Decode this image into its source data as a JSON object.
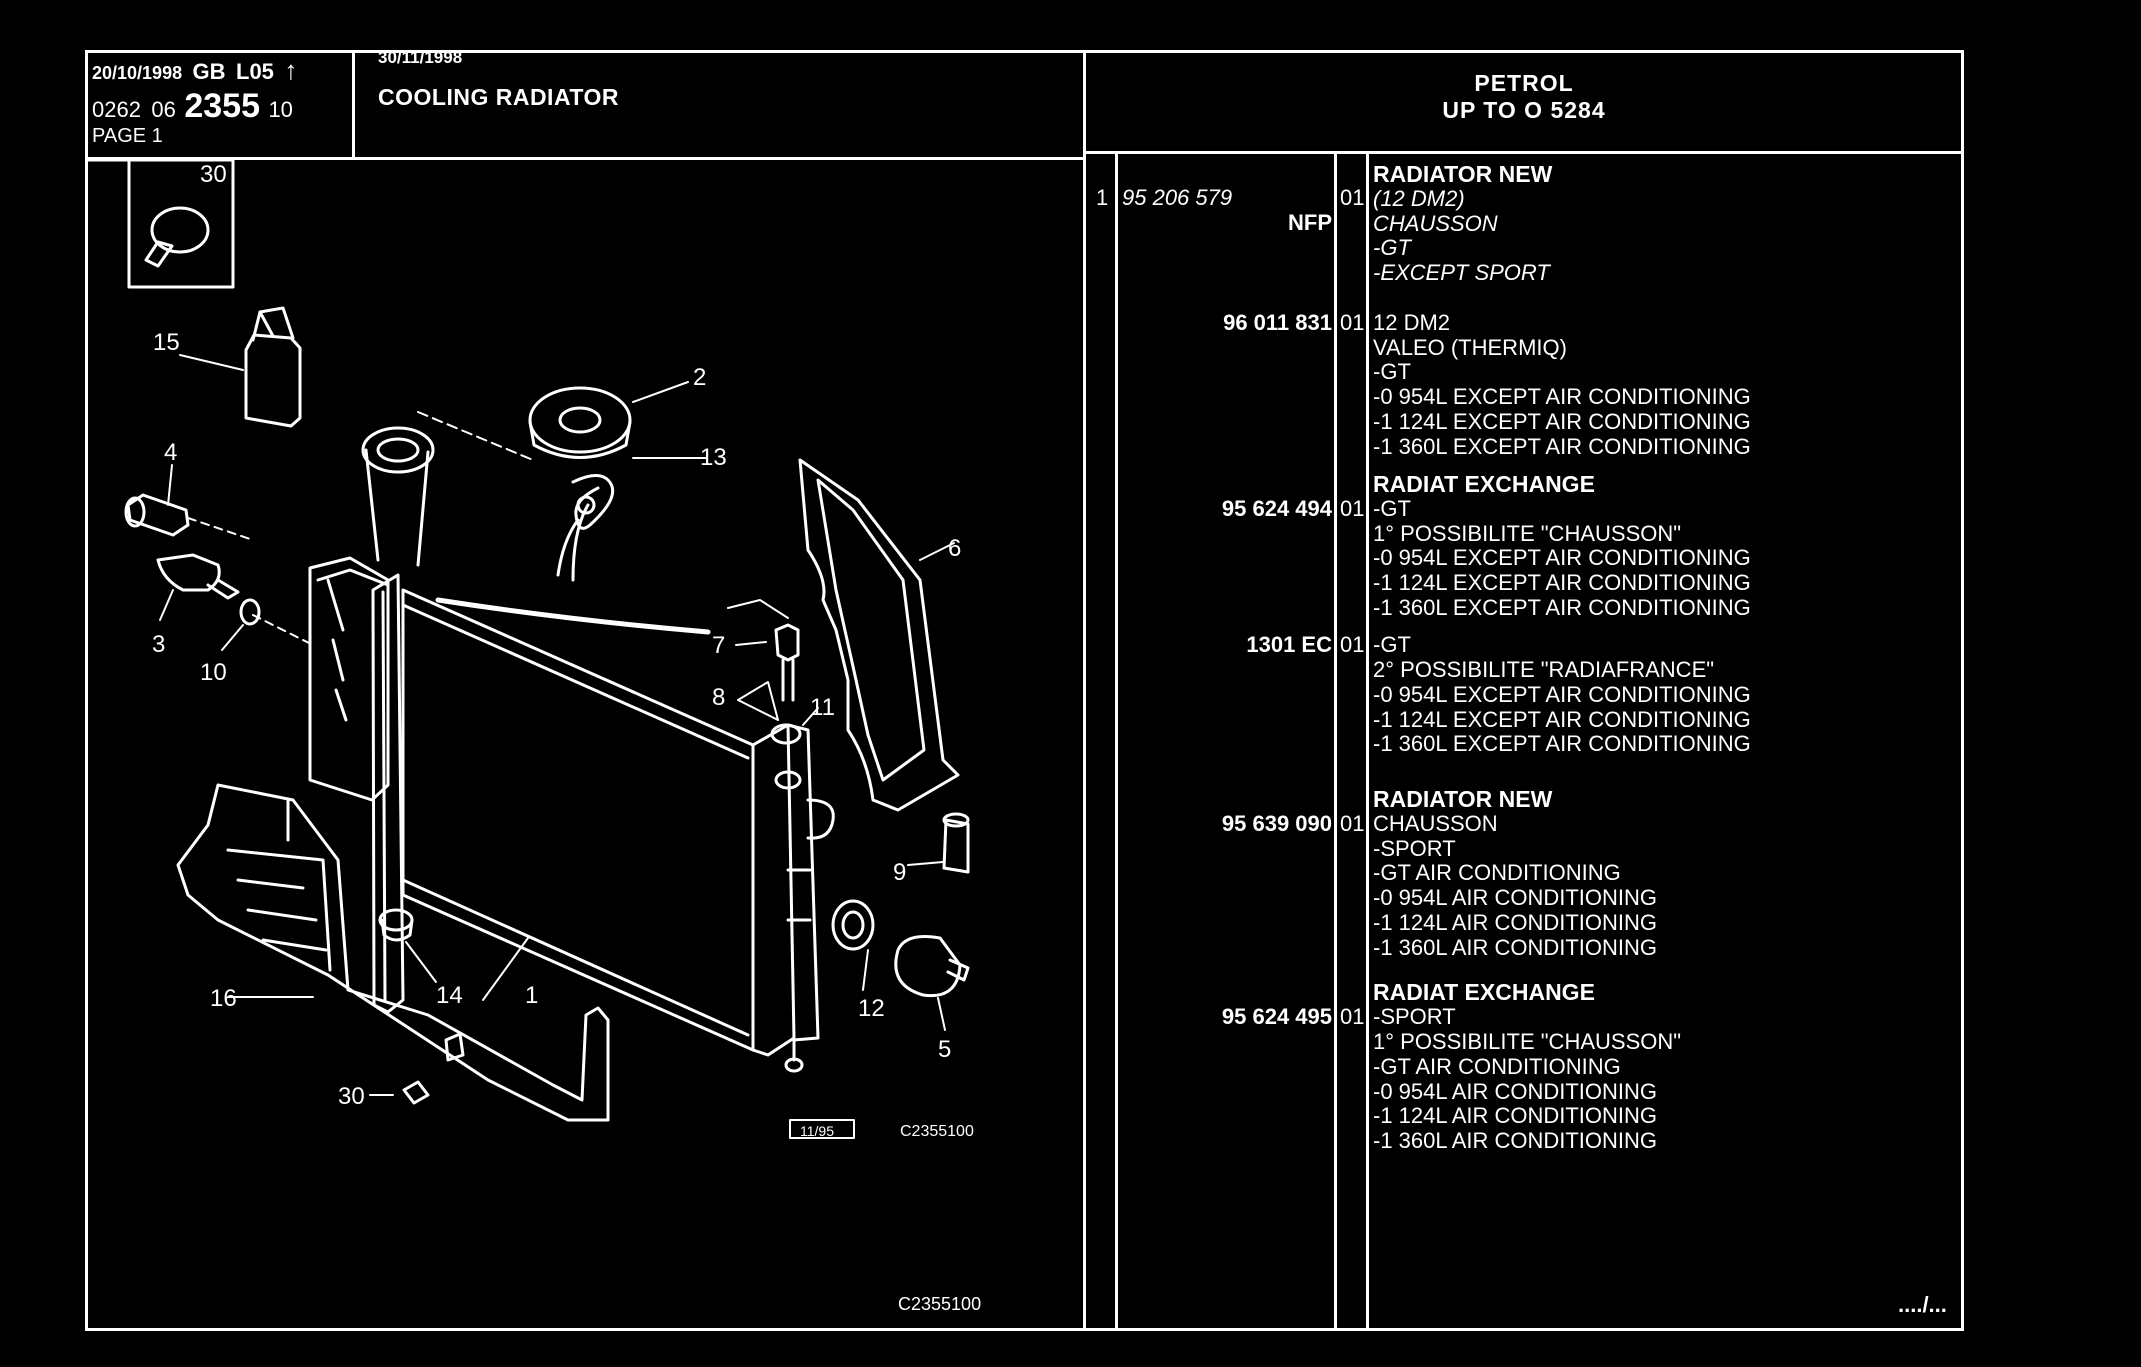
{
  "header": {
    "date1": "20/10/1998",
    "lang": "GB",
    "code": "L05",
    "arrow": "↑",
    "num_a": "0262",
    "num_b": "06",
    "num_main": "2355",
    "num_c": "10",
    "page": "PAGE 1",
    "date2": "30/11/1998",
    "title": "COOLING RADIATOR",
    "petrol_line1": "PETROL",
    "petrol_line2": "UP TO O  5284"
  },
  "diagram": {
    "callouts": [
      "30",
      "15",
      "2",
      "13",
      "4",
      "3",
      "10",
      "6",
      "7",
      "8",
      "11",
      "9",
      "12",
      "5",
      "14",
      "1",
      "16",
      "30"
    ],
    "date_box": "11/95",
    "ref_small": "C2355100",
    "ref_bottom": "C2355100"
  },
  "parts": [
    {
      "item": "1",
      "ref": "95 206 579",
      "ref_italic": true,
      "qty": "01",
      "lines": [
        {
          "t": "RADIATOR NEW",
          "b": true
        },
        {
          "t": "(12 DM2)",
          "i": true
        },
        {
          "t": "CHAUSSON",
          "i": true
        },
        {
          "t": "-GT",
          "i": true
        },
        {
          "t": "-EXCEPT SPORT",
          "i": true
        }
      ],
      "ref2": "NFP"
    },
    {
      "item": "",
      "ref": "96 011 831",
      "qty": "01",
      "lines": [
        {
          "t": "12 DM2"
        },
        {
          "t": "VALEO (THERMIQ)"
        },
        {
          "t": "-GT"
        },
        {
          "t": "-0 954L EXCEPT  AIR CONDITIONING"
        },
        {
          "t": "-1 124L EXCEPT  AIR CONDITIONING"
        },
        {
          "t": "-1 360L EXCEPT  AIR CONDITIONING"
        }
      ]
    },
    {
      "item": "",
      "ref": "95 624 494",
      "qty": "01",
      "lines": [
        {
          "t": "RADIAT EXCHANGE",
          "b": true
        },
        {
          "t": "-GT"
        },
        {
          "t": "1° POSSIBILITE \"CHAUSSON\""
        },
        {
          "t": "-0 954L EXCEPT  AIR CONDITIONING"
        },
        {
          "t": "-1 124L EXCEPT  AIR CONDITIONING"
        },
        {
          "t": "-1 360L EXCEPT  AIR CONDITIONING"
        }
      ]
    },
    {
      "item": "",
      "ref": "1301 EC",
      "qty": "01",
      "lines": [
        {
          "t": "-GT"
        },
        {
          "t": "2° POSSIBILITE \"RADIAFRANCE\""
        },
        {
          "t": "-0 954L EXCEPT  AIR CONDITIONING"
        },
        {
          "t": "-1 124L EXCEPT  AIR CONDITIONING"
        },
        {
          "t": "-1 360L EXCEPT  AIR CONDITIONING"
        }
      ]
    },
    {
      "item": "",
      "ref": "95 639 090",
      "qty": "01",
      "lines": [
        {
          "t": "RADIATOR NEW",
          "b": true
        },
        {
          "t": "CHAUSSON"
        },
        {
          "t": "-SPORT"
        },
        {
          "t": "-GT AIR CONDITIONING"
        },
        {
          "t": "-0 954L AIR CONDITIONING"
        },
        {
          "t": "-1 124L AIR CONDITIONING"
        },
        {
          "t": "-1 360L AIR CONDITIONING"
        }
      ]
    },
    {
      "item": "",
      "ref": "95 624 495",
      "qty": "01",
      "lines": [
        {
          "t": "RADIAT EXCHANGE",
          "b": true
        },
        {
          "t": "-SPORT"
        },
        {
          "t": "1° POSSIBILITE \"CHAUSSON\""
        },
        {
          "t": "-GT AIR CONDITIONING"
        },
        {
          "t": "-0 954L AIR CONDITIONING"
        },
        {
          "t": "-1 124L AIR CONDITIONING"
        },
        {
          "t": "-1 360L AIR CONDITIONING"
        }
      ]
    }
  ],
  "footer": {
    "continued": "..../..."
  }
}
